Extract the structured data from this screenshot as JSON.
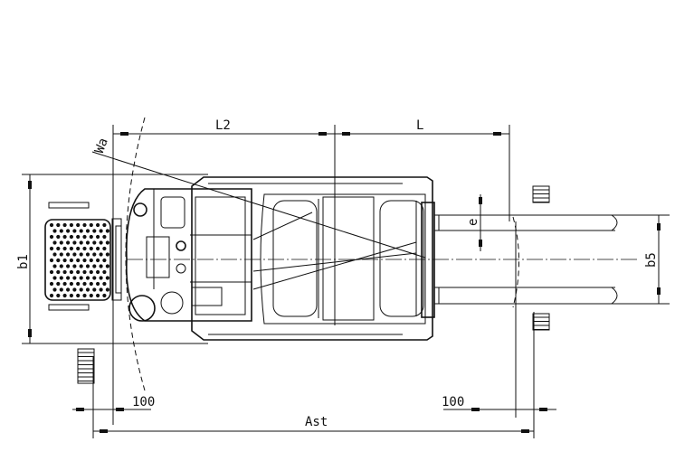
{
  "diagram": {
    "title": "Pallet truck top view dimension drawing",
    "labels": {
      "l2": "L2",
      "l": "L",
      "wa": "Wa",
      "b1": "b1",
      "b5": "b5",
      "e": "e",
      "clearance_left": "100",
      "clearance_right": "100",
      "ast": "Ast"
    },
    "colors": {
      "line": "#111111",
      "background": "#ffffff"
    }
  }
}
